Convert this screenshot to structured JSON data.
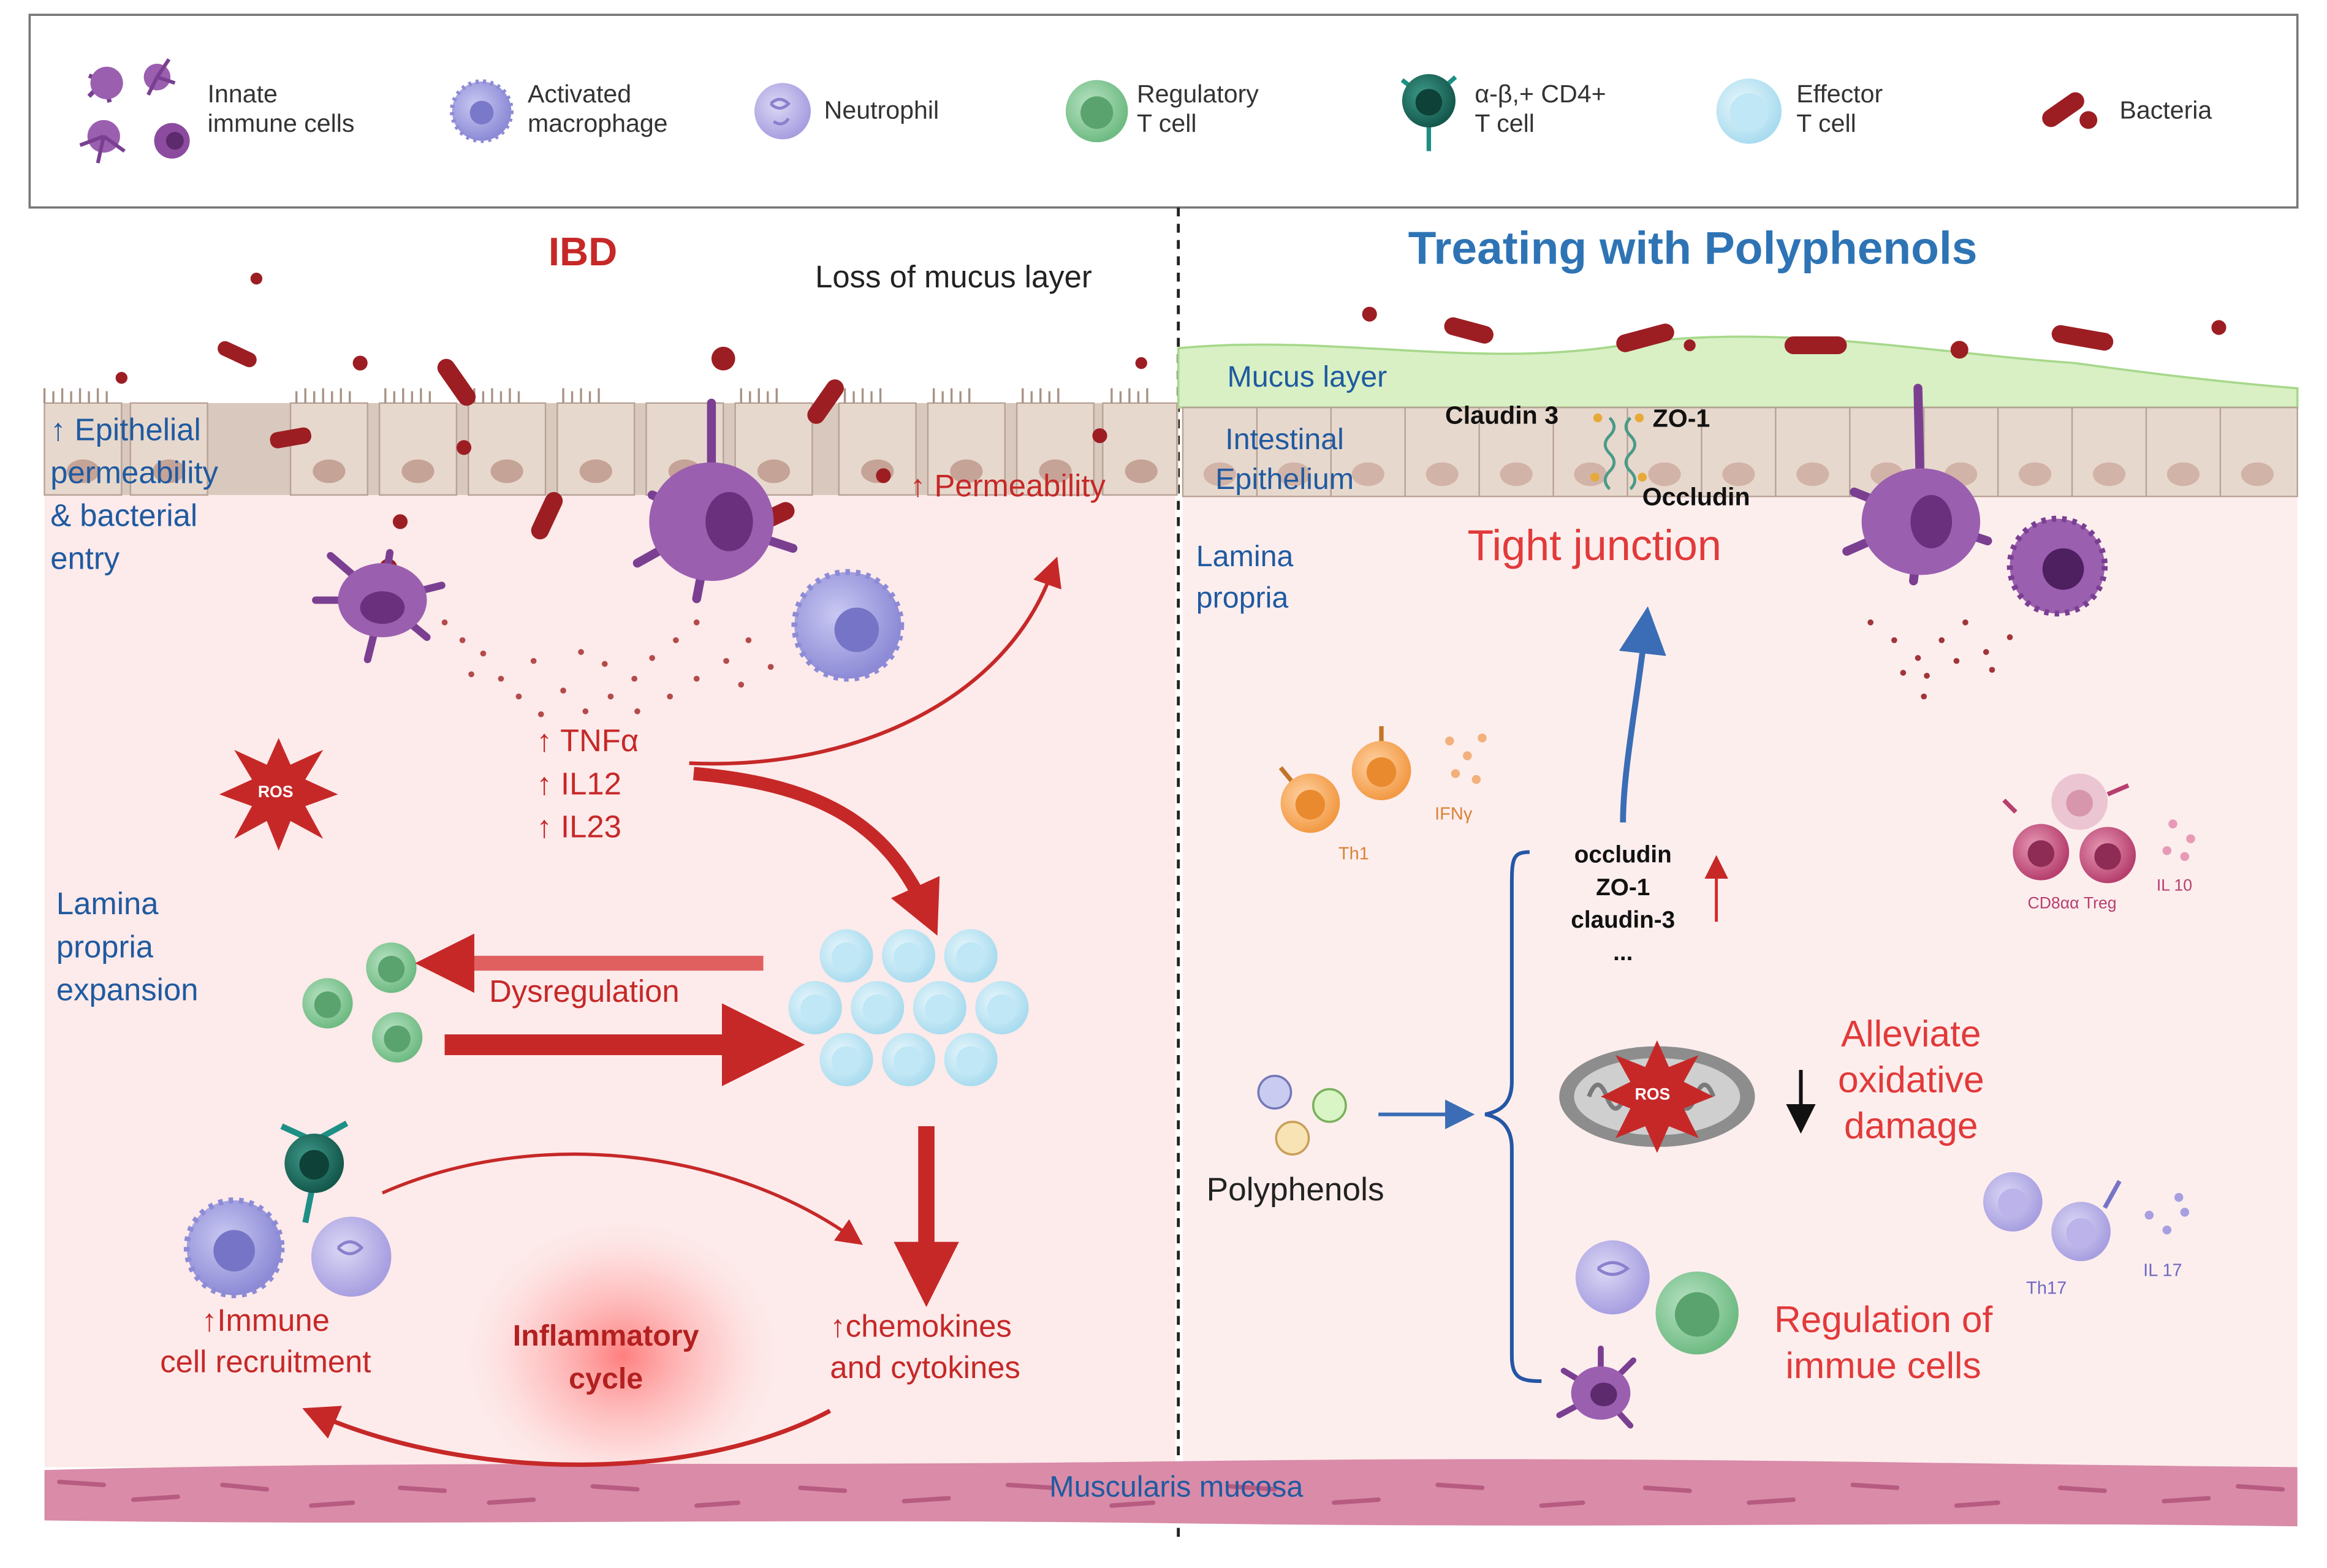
{
  "legend": {
    "innate": [
      "Innate",
      "immune cells"
    ],
    "macrophage": [
      "Activated",
      "macrophage"
    ],
    "neutrophil": "Neutrophil",
    "treg": [
      "Regulatory",
      "T cell"
    ],
    "cd4": [
      "α-β,+ CD4+",
      "T cell"
    ],
    "effector": [
      "Effector",
      "T cell"
    ],
    "bacteria": "Bacteria"
  },
  "left": {
    "title": "IBD",
    "mucus_loss": "Loss of mucus layer",
    "epithelial": [
      "↑ Epithelial",
      "permeability",
      "& bacterial",
      "entry"
    ],
    "permeability": "↑ Permeability",
    "ros": "ROS",
    "cytokines": [
      "↑ TNFα",
      "↑ IL12",
      "↑ IL23"
    ],
    "lamina": [
      "Lamina",
      "propria",
      "expansion"
    ],
    "dysregulation": "Dysregulation",
    "recruitment": [
      "↑Immune",
      "cell recruitment"
    ],
    "cycle": [
      "Inflammatory",
      "cycle"
    ],
    "chemokines": [
      "↑chemokines",
      "and cytokines"
    ]
  },
  "right": {
    "title": "Treating  with Polyphenols",
    "mucus": "Mucus layer",
    "epithelium": [
      "Intestinal",
      "Epithelium"
    ],
    "claudin": "Claudin 3",
    "zo1": "ZO-1",
    "occludin": "Occludin",
    "lamina": [
      "Lamina",
      "propria"
    ],
    "tight": "Tight junction",
    "th1": "Th1",
    "ifn": "IFNγ",
    "proteins": [
      "occludin",
      "ZO-1",
      "claudin-3",
      "..."
    ],
    "treg": "CD8αα Treg",
    "il10": "IL 10",
    "polyphenols": "Polyphenols",
    "ros": "ROS",
    "alleviate": [
      "Alleviate",
      "oxidative",
      "damage"
    ],
    "th17": "Th17",
    "il17": "IL 17",
    "regulation": [
      "Regulation of",
      "immue cells"
    ]
  },
  "muscularis": "Muscularis mucosa",
  "colors": {
    "lamina_bg": "#fdeaea",
    "red_text": "#c62828",
    "blue_text": "#1f5aa0",
    "mucus": "#d8f0c4",
    "muscularis": "#d98ba8"
  }
}
